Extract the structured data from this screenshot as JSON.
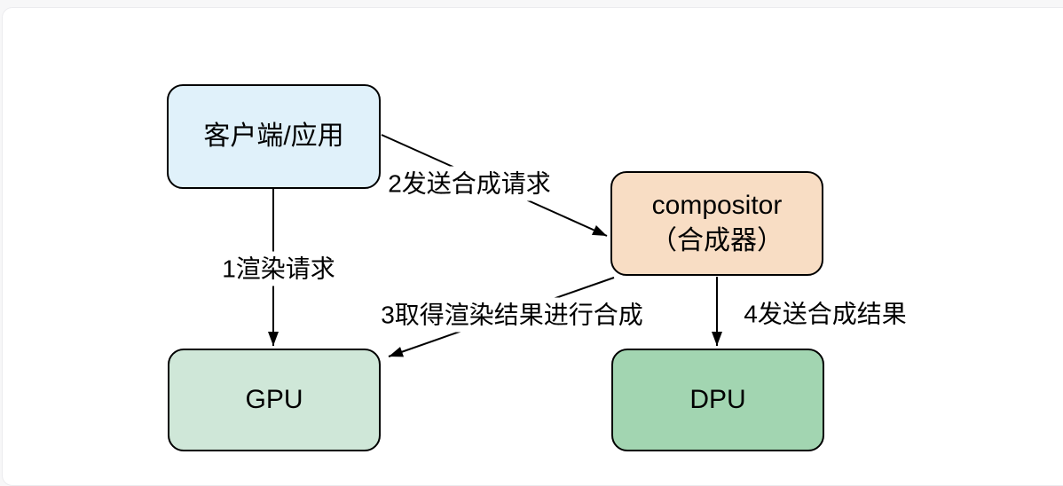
{
  "page": {
    "background": "#f7f7f8",
    "card_background": "#ffffff"
  },
  "diagram": {
    "stroke_color": "#000000",
    "nodes": {
      "client": {
        "label": "客户端/应用",
        "fill": "#e0f1fa"
      },
      "compositor": {
        "label": "compositor",
        "label2": "（合成器）",
        "fill": "#f8ddc4"
      },
      "gpu": {
        "label": "GPU",
        "fill": "#cfe7d8"
      },
      "dpu": {
        "label": "DPU",
        "fill": "#a2d5b1"
      }
    },
    "edges": [
      {
        "id": "render-request",
        "from": "client",
        "to": "gpu",
        "label": "1渲染请求"
      },
      {
        "id": "send-composite-request",
        "from": "client",
        "to": "compositor",
        "label": "2发送合成请求"
      },
      {
        "id": "fetch-render-result",
        "from": "compositor",
        "to": "gpu",
        "label": "3取得渲染结果进行合成"
      },
      {
        "id": "send-composite-result",
        "from": "compositor",
        "to": "dpu",
        "label": "4发送合成结果"
      }
    ]
  }
}
